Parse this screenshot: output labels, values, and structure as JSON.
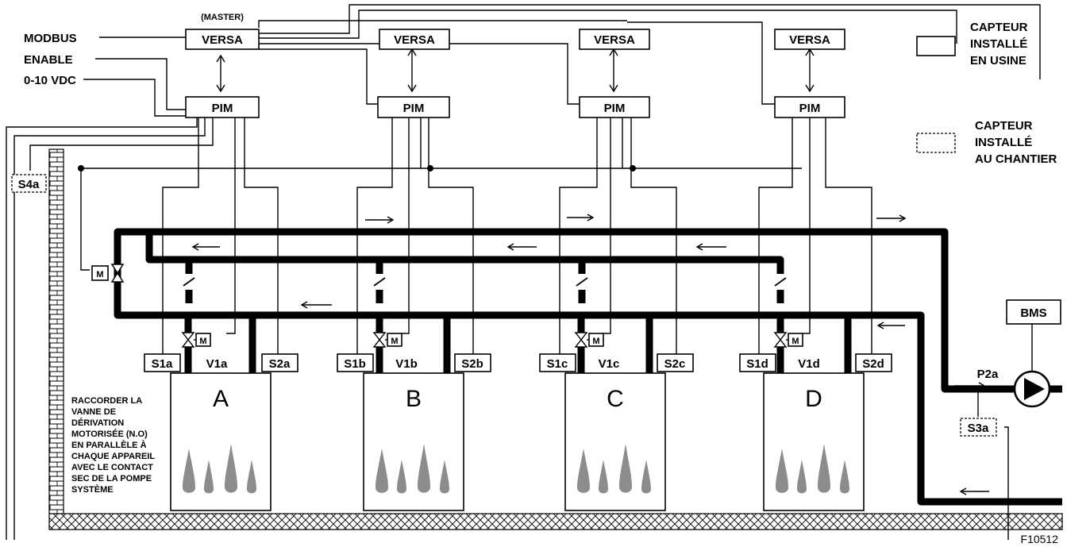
{
  "labels": {
    "master": "(MASTER)",
    "versa": "VERSA",
    "pim": "PIM",
    "modbus": "MODBUS",
    "enable": "ENABLE",
    "vdc": "0-10 VDC",
    "bms": "BMS",
    "pump": "P2a",
    "motor": "M",
    "figure_code": "F10512"
  },
  "legend": {
    "factory": [
      "CAPTEUR",
      "INSTALLÉ",
      "EN USINE"
    ],
    "field": [
      "CAPTEUR",
      "INSTALLÉ",
      "AU CHANTIER"
    ]
  },
  "sensors": {
    "system_supply": "S4a",
    "system_return": "S3a"
  },
  "boilers": [
    {
      "letter": "A",
      "supply_sensor": "S1a",
      "valve": "V1a",
      "return_sensor": "S2a"
    },
    {
      "letter": "B",
      "supply_sensor": "S1b",
      "valve": "V1b",
      "return_sensor": "S2b"
    },
    {
      "letter": "C",
      "supply_sensor": "S1c",
      "valve": "V1c",
      "return_sensor": "S2c"
    },
    {
      "letter": "D",
      "supply_sensor": "S1d",
      "valve": "V1d",
      "return_sensor": "S2d"
    }
  ],
  "note": [
    "RACCORDER LA",
    "VANNE DE",
    "DÉRIVATION",
    "MOTORISÉE (N.O)",
    "EN PARALLÈLE À",
    "CHAQUE APPAREIL",
    "AVEC LE CONTACT",
    "SEC DE LA POMPE",
    "SYSTÈME"
  ]
}
